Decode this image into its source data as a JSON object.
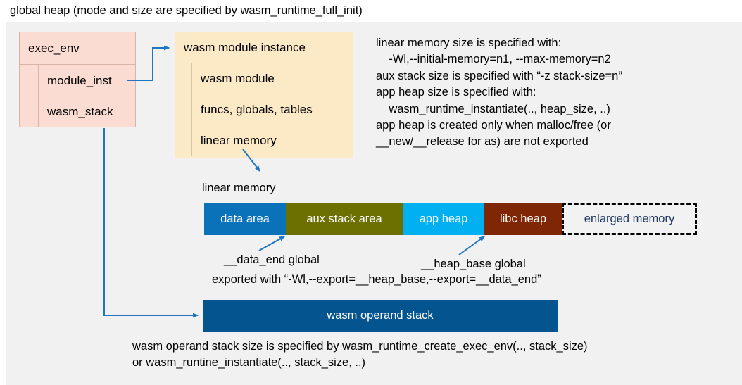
{
  "title": "global heap (mode and size are specified by wasm_runtime_full_init)",
  "exec_env": {
    "header": "exec_env",
    "fields": [
      {
        "label": "module_inst"
      },
      {
        "label": "wasm_stack"
      }
    ]
  },
  "module_instance": {
    "header": "wasm module instance",
    "fields": [
      {
        "label": "wasm module"
      },
      {
        "label": "funcs, globals, tables"
      },
      {
        "label": "linear memory"
      }
    ]
  },
  "notes": {
    "right_block": "linear memory size is specified with:\n    -Wl,--initial-memory=n1, --max-memory=n2\naux stack size is specified with “-z stack-size=n”\napp heap size is specified with:\n    wasm_runtime_instantiate(.., heap_size, ..)\napp heap is created only when malloc/free (or\n__new/__release for as) are not exported",
    "bottom_block": "wasm operand stack size is specified by wasm_runtime_create_exec_env(.., stack_size)\nor wasm_runtine_instantiate(.., stack_size, ..)"
  },
  "linear_memory": {
    "caption": "linear memory",
    "segments": [
      {
        "name": "data area",
        "label": "data area",
        "color": "#0a72b9",
        "width": 116
      },
      {
        "name": "aux-stack-area",
        "label": "aux stack area",
        "color": "#6b7000",
        "width": 166
      },
      {
        "name": "app-heap",
        "label": "app heap",
        "color": "#00b0f0",
        "width": 116
      },
      {
        "name": "libc-heap",
        "label": "libc heap",
        "color": "#7f2704",
        "width": 110
      },
      {
        "name": "enlarged-memory",
        "label": "enlarged memory",
        "color": "#f2f2f2",
        "width": 192
      }
    ]
  },
  "annotations": {
    "data_end": "__data_end global",
    "heap_base": "__heap_base global",
    "exported_with": "exported with “-Wl,--export=__heap_base,--export=__data_end”"
  },
  "operand_stack": {
    "label": "wasm operand stack"
  },
  "colors": {
    "panel_bg": "#f1f1f1",
    "exec_env_fill": "#fadcd2",
    "exec_env_border": "#d9b5a8",
    "module_fill": "#fce9c6",
    "module_border": "#dbc69b",
    "arrow": "#1f77c4",
    "operand_stack_fill": "#04558f",
    "enlarged_text": "#1f3864"
  }
}
